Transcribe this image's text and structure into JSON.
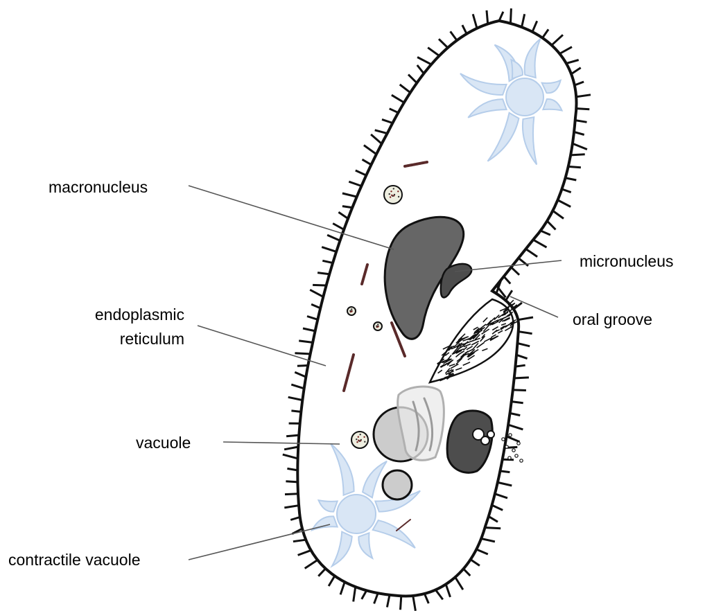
{
  "labels": {
    "macronucleus": "macronucleus",
    "micronucleus": "micronucleus",
    "oral_groove": "oral groove",
    "er_line1": "endoplasmic",
    "er_line2": "reticulum",
    "vacuole": "vacuole",
    "contractile_vacuole": "contractile vacuole"
  },
  "colors": {
    "outline": "#111111",
    "contractile_fill": "#d9e6f5",
    "contractile_stroke": "#b5cdea",
    "macronucleus_fill": "#666666",
    "micronucleus_fill": "#4d4d4d",
    "food_vacuole_fill": "#cccccc",
    "er_color": "#5a2a2a",
    "leader_line": "#555555"
  }
}
